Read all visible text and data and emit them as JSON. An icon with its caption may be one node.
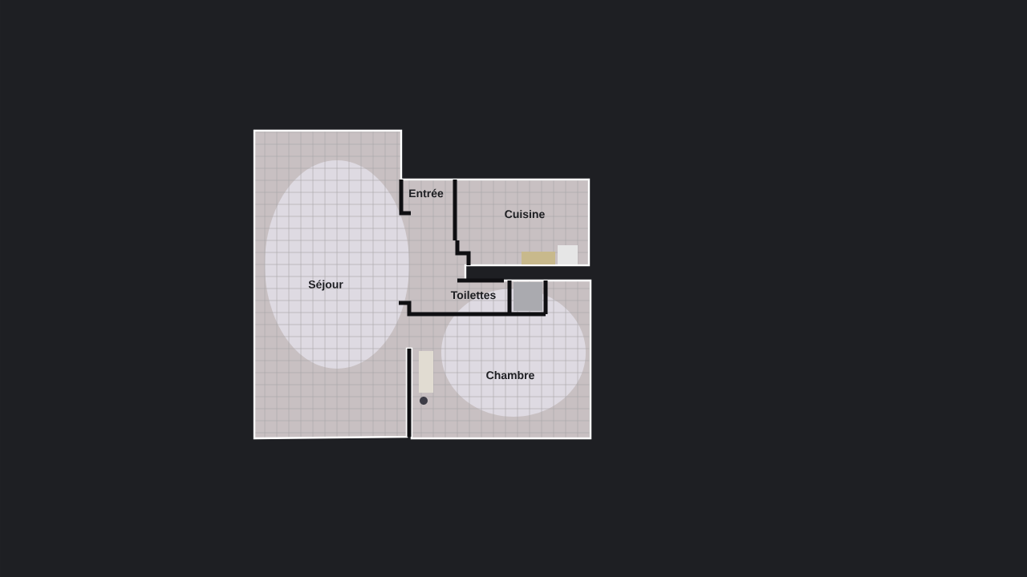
{
  "diagram": {
    "labels": [
      "Entrée",
      "Cuisine",
      "Séjour",
      "Toilettes",
      "Chambre"
    ]
  }
}
